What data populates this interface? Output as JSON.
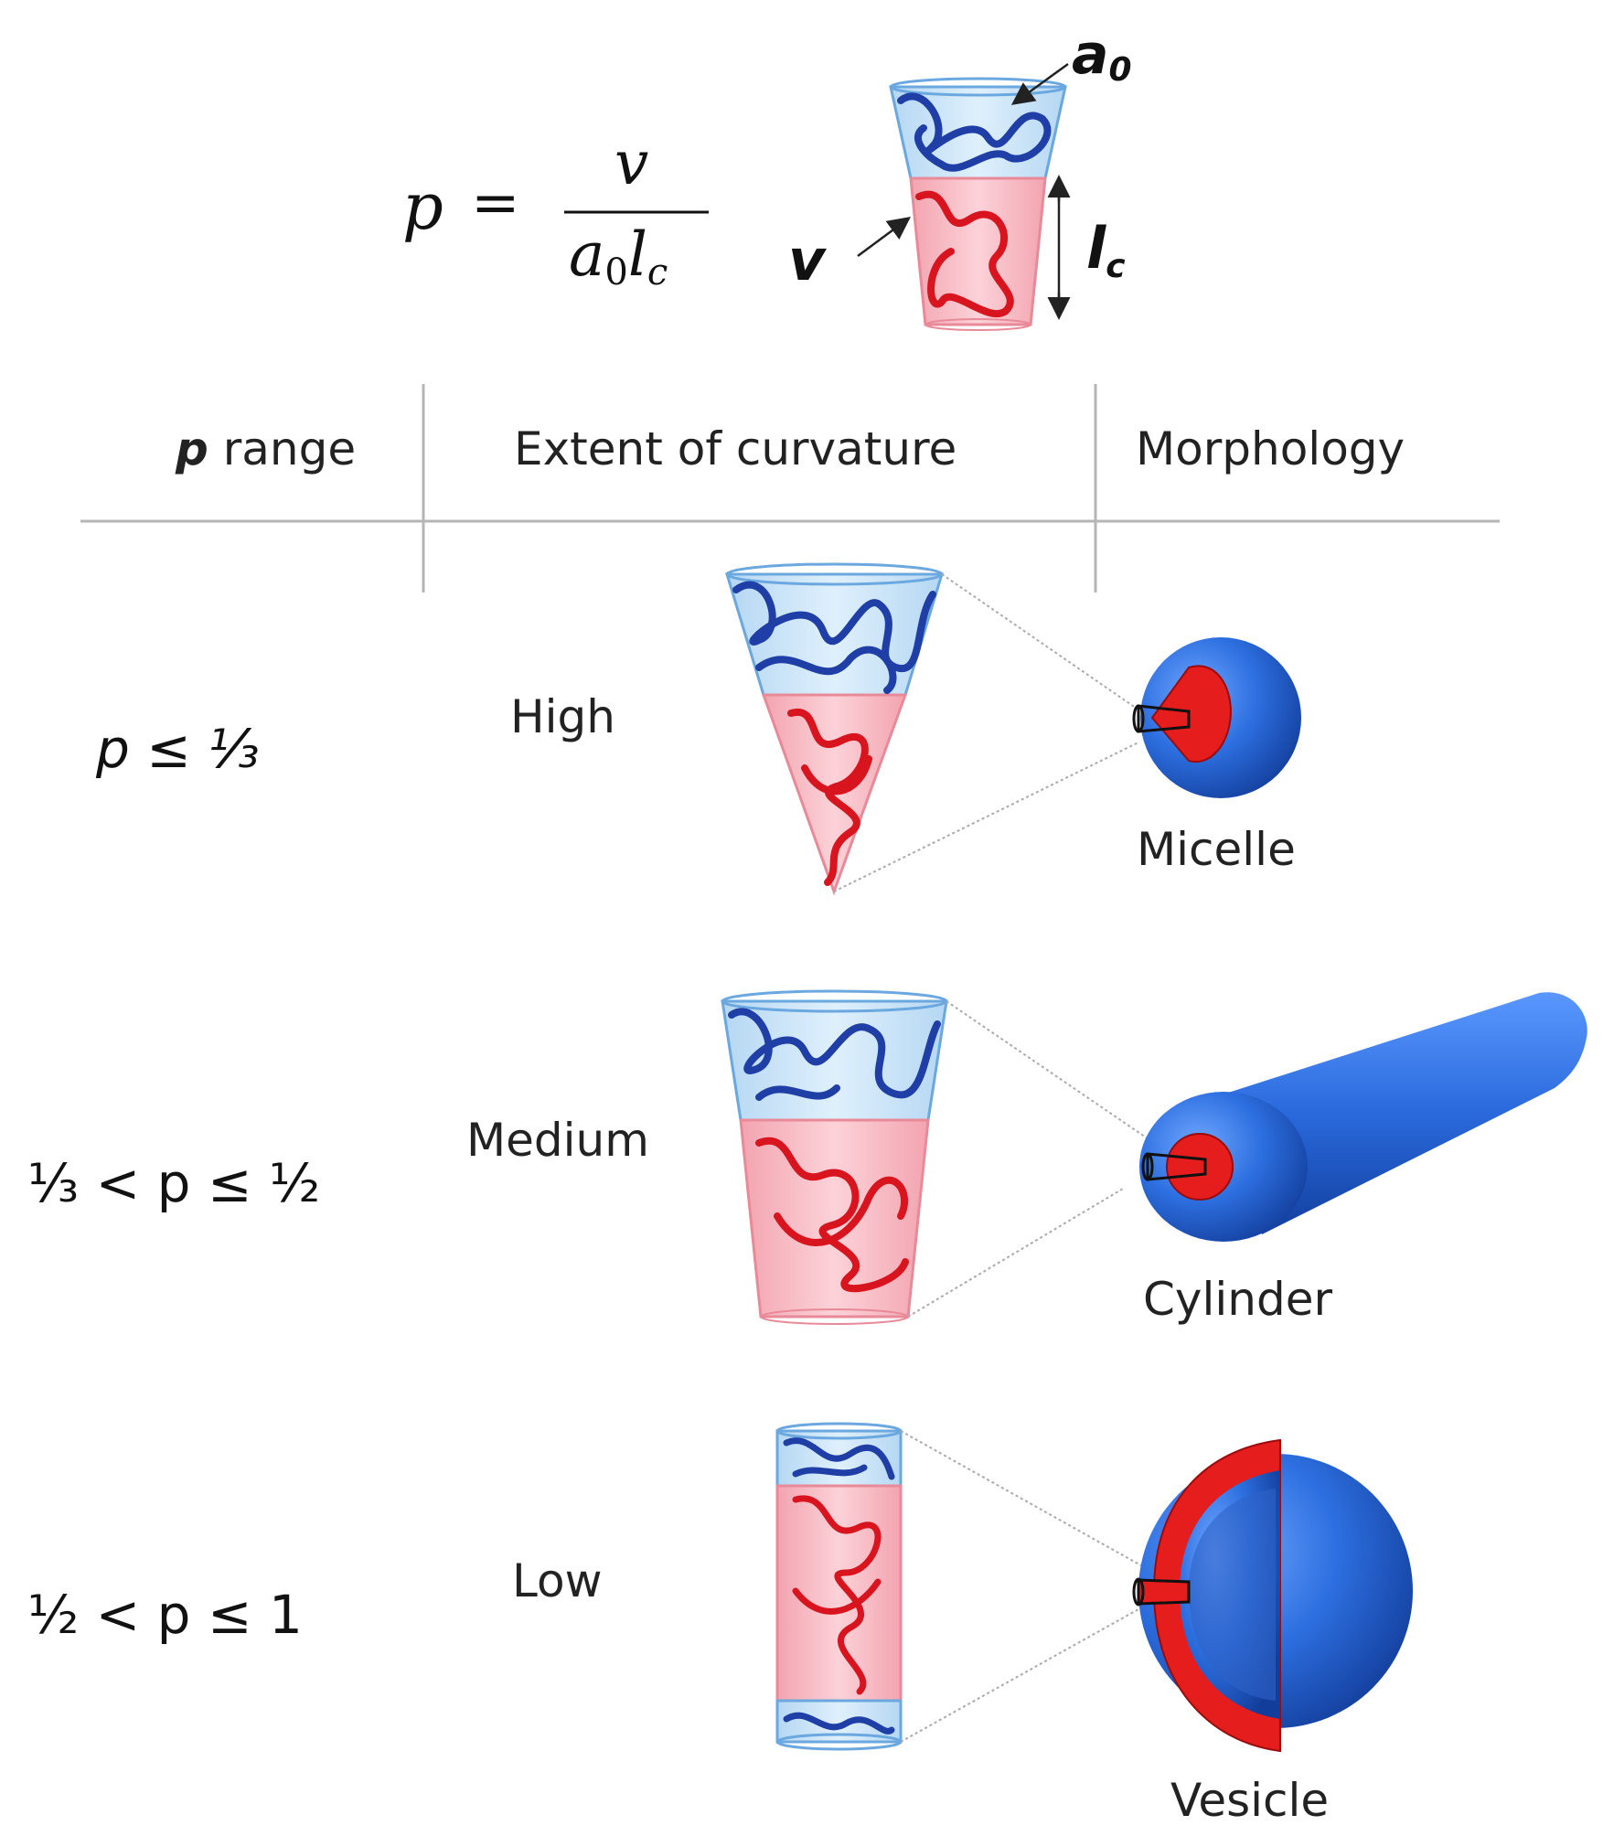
{
  "formula": {
    "lhs": "p",
    "equals": "=",
    "numerator": "v",
    "den_a": "a",
    "den_a_sub": "0",
    "den_l": "l",
    "den_l_sub": "c"
  },
  "schematic": {
    "a0": "a",
    "a0_sub": "0",
    "v": "v",
    "lc": "l",
    "lc_sub": "c"
  },
  "table": {
    "headers": {
      "p_symbol": "p",
      "p_rest": " range",
      "curvature": "Extent of curvature",
      "morphology": "Morphology"
    },
    "rows": [
      {
        "range": "p ≤ ⅓",
        "curvature": "High",
        "morphology": "Micelle"
      },
      {
        "range": "⅓ < p ≤ ½",
        "curvature": "Medium",
        "morphology": "Cylinder"
      },
      {
        "range": "½ < p ≤ 1",
        "curvature": "Low",
        "morphology": "Vesicle"
      }
    ]
  },
  "colors": {
    "head_blue": "#cfe6f8",
    "chain_blue": "#1f3fa6",
    "tail_red": "#f6b9c2",
    "chain_red": "#d8141e",
    "shell_blue": "#1f5fd0",
    "core_red": "#e51d1d",
    "rule": "#b5b5b5"
  }
}
